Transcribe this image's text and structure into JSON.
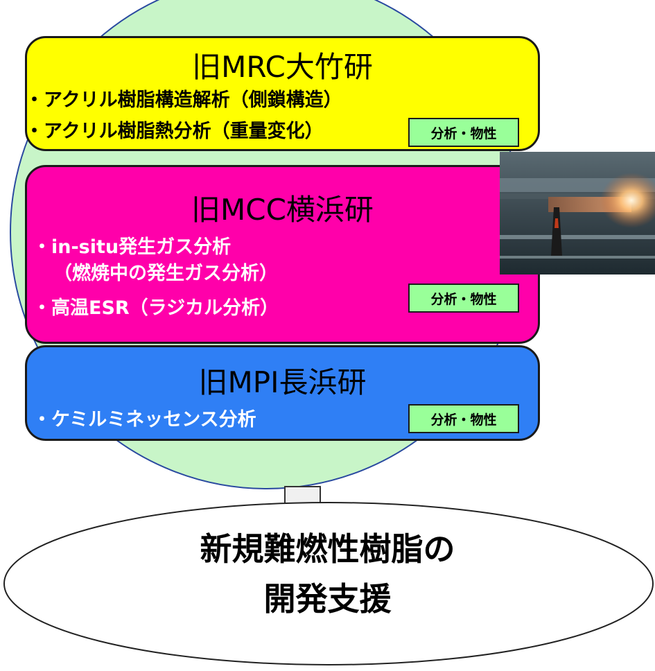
{
  "boxes": {
    "mrc": {
      "title": "旧MRC大竹研",
      "lines": [
        "・アクリル樹脂構造解析（側鎖構造）",
        "・アクリル樹脂熱分析（重量変化）"
      ],
      "tag": "分析・物性",
      "color": "#ffff00"
    },
    "mcc": {
      "title": "旧MCC横浜研",
      "lines": [
        "・in-situ発生ガス分析",
        "（燃焼中の発生ガス分析）",
        "・高温ESR（ラジカル分析）"
      ],
      "tag": "分析・物性",
      "color": "#ff00aa"
    },
    "mpi": {
      "title": "旧MPI長浜研",
      "lines": [
        "・ケミルミネッセンス分析"
      ],
      "tag": "分析・物性",
      "color": "#2f7ff5"
    }
  },
  "goal": {
    "line1": "新規難燃性樹脂の",
    "line2": "開発支援"
  },
  "colors": {
    "circle": "#c8f5c8",
    "tag": "#99ff99",
    "arrow": "#f0f0f0"
  },
  "icons": {
    "down_arrow": "down-arrow-icon",
    "photo": "combustion-photo"
  }
}
